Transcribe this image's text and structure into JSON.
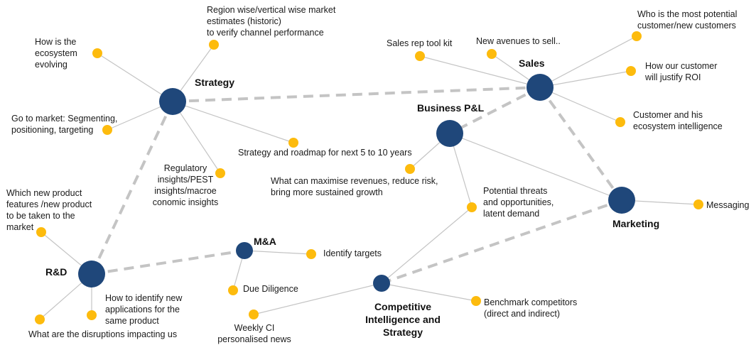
{
  "colors": {
    "hub": "#1f477a",
    "leaf": "#fdbb0d",
    "line": "#c4c4c4",
    "text": "#1a1a1a"
  },
  "hubs": [
    {
      "id": "strategy",
      "label": [
        "Strategy"
      ]
    },
    {
      "id": "sales",
      "label": [
        "Sales"
      ]
    },
    {
      "id": "business-pl",
      "label": [
        "Business P&L"
      ]
    },
    {
      "id": "marketing",
      "label": [
        "Marketing"
      ]
    },
    {
      "id": "ma",
      "label": [
        "M&A"
      ]
    },
    {
      "id": "rd",
      "label": [
        "R&D"
      ]
    },
    {
      "id": "ci",
      "label": [
        "Competitive",
        "Intelligence and",
        "Strategy"
      ]
    }
  ],
  "leaves": [
    {
      "id": "ecosystem",
      "hub": "strategy",
      "label": [
        "How is the",
        "ecosystem",
        "evolving"
      ]
    },
    {
      "id": "region-estimates",
      "hub": "strategy",
      "label": [
        "Region wise/vertical wise market",
        "estimates (historic)",
        "to verify channel performance"
      ]
    },
    {
      "id": "go-to-market",
      "hub": "strategy",
      "label": [
        "Go to market: Segmenting,",
        "positioning, targeting"
      ]
    },
    {
      "id": "roadmap",
      "hub": "strategy",
      "label": [
        "Strategy and roadmap for next 5 to 10 years"
      ]
    },
    {
      "id": "regulatory",
      "hub": "strategy",
      "label": [
        "Regulatory",
        "insights/PEST",
        "insights/macroe",
        "conomic insights"
      ]
    },
    {
      "id": "sales-toolkit",
      "hub": "sales",
      "label": [
        "Sales rep tool kit"
      ]
    },
    {
      "id": "new-avenues",
      "hub": "sales",
      "label": [
        "New avenues to sell.."
      ]
    },
    {
      "id": "potential-customer",
      "hub": "sales",
      "label": [
        "Who is the most potential",
        "customer/new customers"
      ]
    },
    {
      "id": "justify-roi",
      "hub": "sales",
      "label": [
        "How our customer",
        "will justify ROI"
      ]
    },
    {
      "id": "customer-ecosystem",
      "hub": "sales",
      "label": [
        "Customer and his",
        "ecosystem intelligence"
      ]
    },
    {
      "id": "maximise-revenues",
      "hub": "business-pl",
      "label": [
        "What can maximise revenues, reduce risk,",
        "bring more sustained growth"
      ]
    },
    {
      "id": "threats",
      "hub": "business-pl",
      "label": [
        "Potential threats",
        "and opportunities,",
        "latent demand"
      ]
    },
    {
      "id": "messaging",
      "hub": "marketing",
      "label": [
        "Messaging"
      ]
    },
    {
      "id": "identify-targets",
      "hub": "ma",
      "label": [
        "Identify targets"
      ]
    },
    {
      "id": "due-diligence",
      "hub": "ma",
      "label": [
        "Due Diligence"
      ]
    },
    {
      "id": "new-product",
      "hub": "rd",
      "label": [
        "Which new product",
        "features /new product",
        "to be taken to the",
        "market"
      ]
    },
    {
      "id": "new-applications",
      "hub": "rd",
      "label": [
        "How to identify new",
        "applications for the",
        "same product"
      ]
    },
    {
      "id": "disruptions",
      "hub": "rd",
      "label": [
        "What are the disruptions impacting us"
      ]
    },
    {
      "id": "weekly-ci",
      "hub": "ci",
      "label": [
        "Weekly CI",
        "personalised news"
      ]
    },
    {
      "id": "benchmark",
      "hub": "ci",
      "label": [
        "Benchmark competitors",
        "(direct and indirect)"
      ]
    }
  ],
  "extra_thin_links": [
    [
      "business-pl",
      "marketing"
    ],
    [
      "ci",
      "threats"
    ]
  ],
  "dashed_links": [
    [
      "strategy",
      "sales"
    ],
    [
      "strategy",
      "rd"
    ],
    [
      "sales",
      "business-pl"
    ],
    [
      "sales",
      "marketing"
    ],
    [
      "rd",
      "ma"
    ],
    [
      "ci",
      "marketing"
    ]
  ]
}
